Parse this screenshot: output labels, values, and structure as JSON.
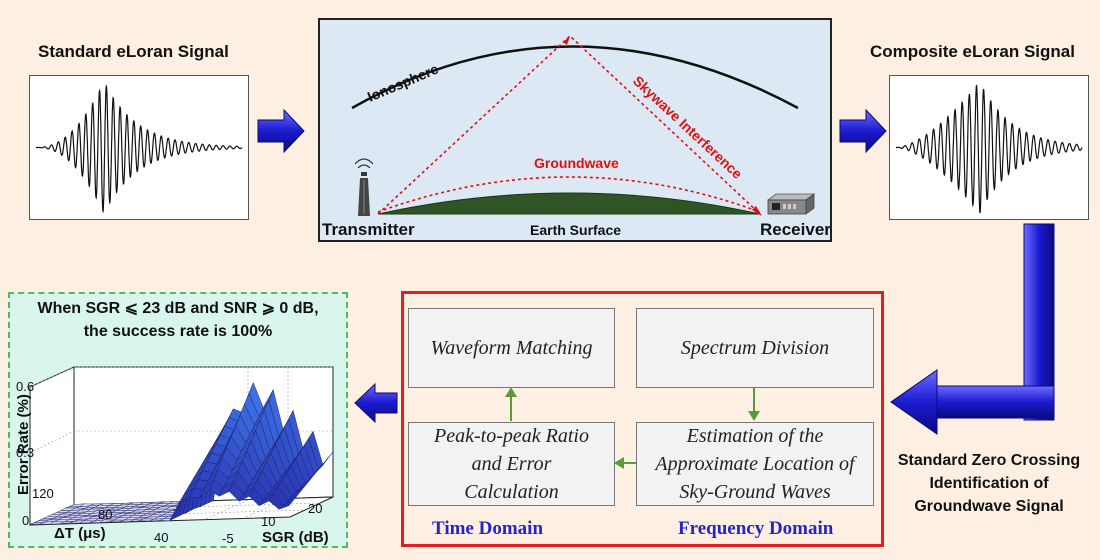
{
  "standard_signal": {
    "title": "Standard eLoran Signal"
  },
  "composite_signal": {
    "title": "Composite eLoran Signal"
  },
  "propagation": {
    "ionosphere": "Ionosphere",
    "skywave": "Skywave Interference",
    "groundwave": "Groundwave",
    "earth": "Earth Surface",
    "transmitter": "Transmitter",
    "receiver": "Receiver",
    "colors": {
      "background": "#dce9f5",
      "earth": "#2f5527",
      "path": "#e01010"
    }
  },
  "identification": {
    "line1": "Standard Zero Crossing",
    "line2": "Identification of",
    "line3": "Groundwave Signal"
  },
  "process": {
    "waveform_matching": "Waveform Matching",
    "spectrum_division": "Spectrum Division",
    "peak_ratio": [
      "Peak-to-peak Ratio",
      "and Error",
      "Calculation"
    ],
    "estimation": [
      "Estimation of the",
      "Approximate Location of",
      "Sky-Ground Waves"
    ],
    "time_domain": "Time Domain",
    "frequency_domain": "Frequency Domain",
    "colors": {
      "border": "#e02020",
      "flow_arrow": "#5a9a3a",
      "domain_text": "#2424c8"
    }
  },
  "result": {
    "headline1": "When SGR ⩽ 23 dB and SNR ⩾ 0 dB,",
    "headline2": "the success rate is 100%",
    "colors": {
      "background": "#d8f5ee",
      "border": "#55bb55",
      "surface": "#3a2ad0"
    }
  },
  "chart_data": {
    "type": "surface",
    "zlabel": "Error Rate (%)",
    "xlabel": "SGR (dB)",
    "ylabel": "ΔT (μs)",
    "z_ticks": [
      "0",
      "0.3",
      "0.6"
    ],
    "x_ticks": [
      "-5",
      "10",
      "20"
    ],
    "y_ticks": [
      "120",
      "80",
      "40"
    ],
    "zlim": [
      0,
      0.6
    ],
    "grid": true
  },
  "icons": {
    "flow_arrow": "blue-arrow-icon",
    "tower": "antenna-tower-icon",
    "receiver": "receiver-device-icon"
  }
}
